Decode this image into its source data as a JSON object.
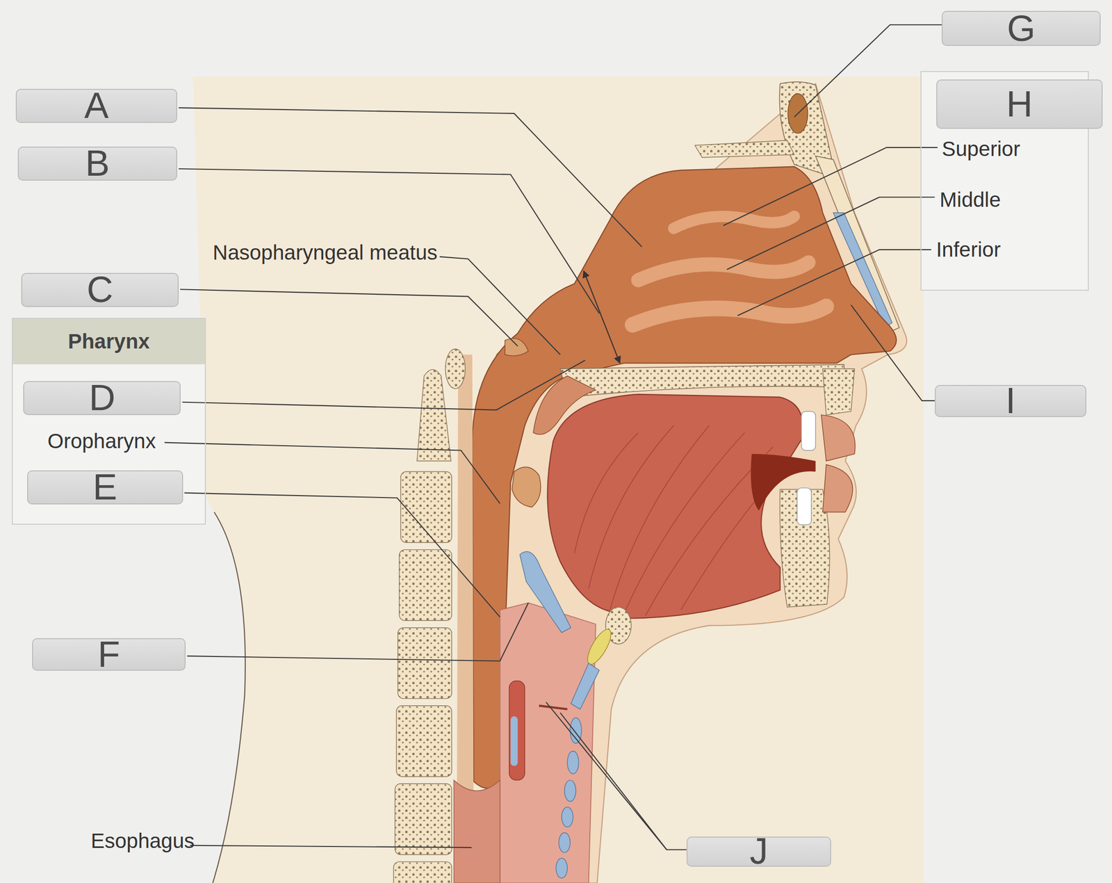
{
  "diagram": {
    "nodes": [
      {
        "text": [
          "A"
        ]
      },
      {
        "text": [
          "B"
        ]
      },
      {
        "text": [
          "C"
        ]
      },
      {
        "text": [
          "Pharynx",
          "Oropharynx"
        ]
      },
      {
        "text": [
          "D"
        ],
        "in": 3
      },
      {
        "text": [
          "E"
        ],
        "in": 3
      },
      {
        "text": [
          "F"
        ]
      },
      {
        "text": [
          "G"
        ]
      },
      {
        "text": [
          "Superior",
          "Middle",
          "Inferior"
        ]
      },
      {
        "text": [
          "H"
        ],
        "in": 8
      },
      {
        "text": [
          "I"
        ]
      },
      {
        "text": [
          "J"
        ]
      }
    ],
    "labels": [
      "Nasopharyngeal meatus",
      "Esophagus"
    ]
  }
}
